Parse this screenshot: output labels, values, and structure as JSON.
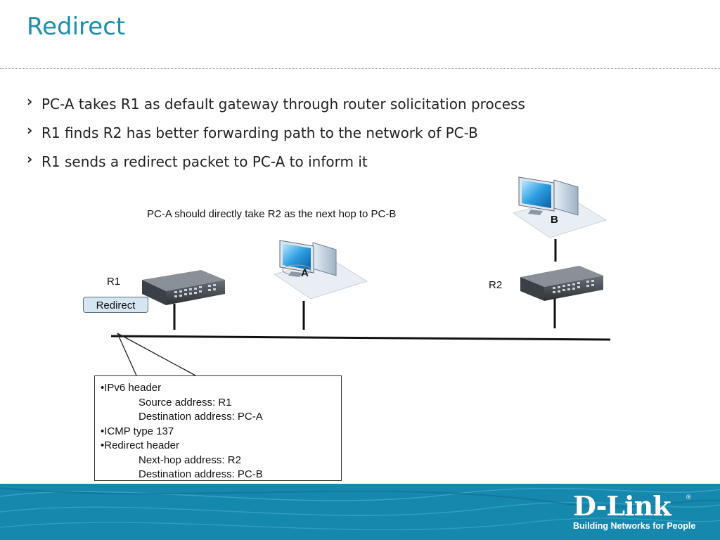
{
  "title": "Redirect",
  "bullets": [
    "PC-A takes R1 as default gateway through router solicitation process",
    "R1 finds R2 has better forwarding path to the network of PC-B",
    "R1 sends a redirect packet to PC-A to inform it"
  ],
  "diagram": {
    "note": "PC-A should directly take R2 as the next hop to PC-B",
    "router_r1_label": "R1",
    "router_r2_label": "R2",
    "pc_a_label": "A",
    "pc_b_label": "B",
    "redirect_button": "Redirect",
    "packet_info": [
      "•IPv6 header",
      "Source address: R1",
      "Destination address: PC-A",
      "•ICMP type 137",
      "•Redirect header",
      "Next-hop address: R2",
      "Destination address: PC-B"
    ]
  },
  "footer": {
    "brand": "D-Link",
    "registered": "®",
    "tagline": "Building Networks for People",
    "color": "#1687ad"
  },
  "colors": {
    "title": "#1a8fb0",
    "redirect_button_fill": "#d5e6f1"
  }
}
